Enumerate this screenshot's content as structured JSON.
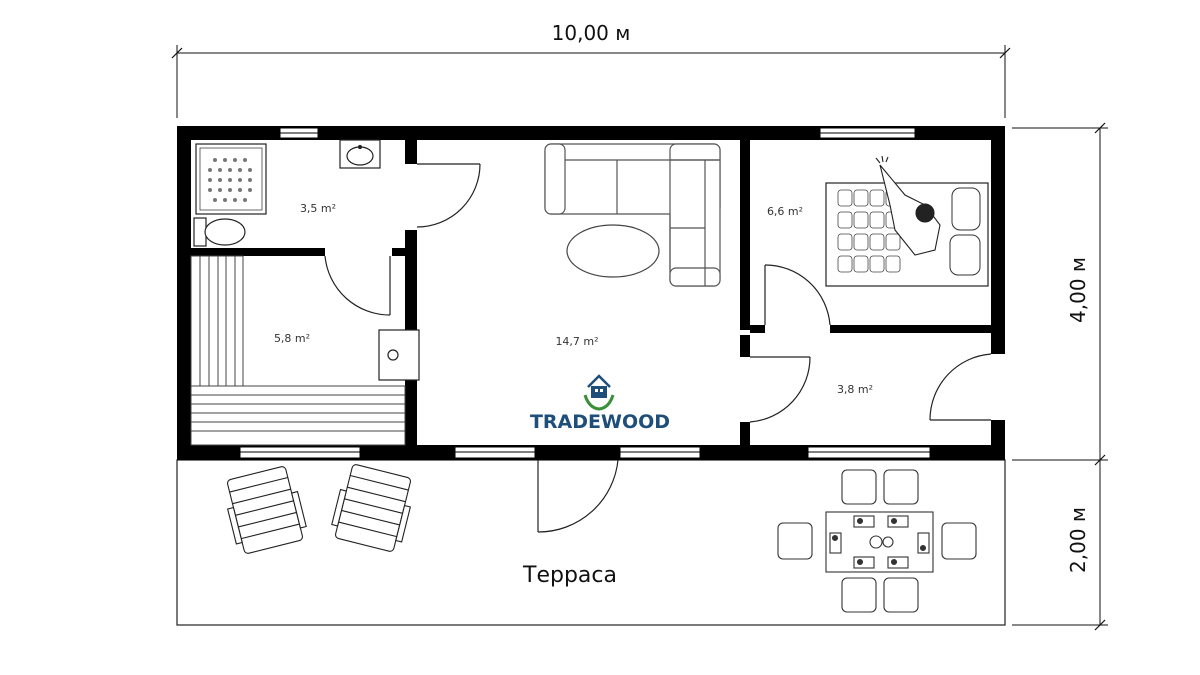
{
  "dimensions": {
    "width": "10,00 м",
    "depth": "4,00 м",
    "terrace_depth": "2,00 м"
  },
  "rooms": {
    "bathroom_area": "3,5 m²",
    "sauna_area": "5,8 m²",
    "living_area": "14,7 m²",
    "bedroom_area": "6,6 m²",
    "hall_area": "3,8 m²"
  },
  "terrace_label": "Терраса",
  "logo": {
    "text": "TRADEWOOD",
    "color_primary": "#1e4e7a",
    "color_accent": "#3a8f3a"
  },
  "colors": {
    "wall": "#000000",
    "furniture_stroke": "#555555"
  }
}
